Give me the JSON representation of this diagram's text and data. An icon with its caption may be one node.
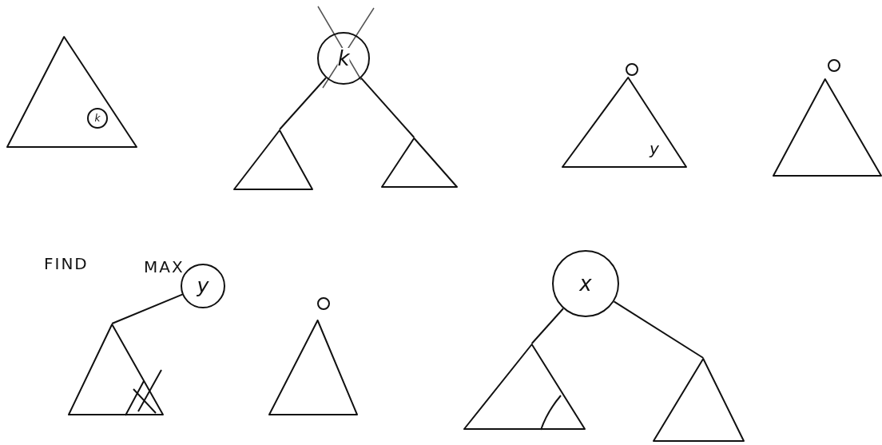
{
  "diagram": {
    "nodes": [
      {
        "text": [],
        "shape": "triangle"
      },
      {
        "text": [
          "k"
        ],
        "in": 0
      },
      {
        "text": [
          "k"
        ]
      },
      {
        "text": [],
        "shape": "triangle"
      },
      {
        "text": [],
        "shape": "triangle"
      },
      {
        "text": [],
        "shape": "circle"
      },
      {
        "text": [
          "y"
        ]
      },
      {
        "text": [],
        "shape": "circle"
      },
      {
        "text": [],
        "shape": "triangle"
      },
      {
        "text": [
          "y"
        ]
      },
      {
        "text": [],
        "shape": "triangle"
      },
      {
        "text": [],
        "shape": "circle"
      },
      {
        "text": [],
        "shape": "triangle"
      },
      {
        "text": [
          "x"
        ]
      },
      {
        "text": [],
        "shape": "triangle"
      },
      {
        "text": [],
        "shape": "triangle"
      }
    ],
    "edges": [
      {
        "from": 2,
        "to": 3,
        "arrow": "none"
      },
      {
        "from": 2,
        "to": 4,
        "arrow": "none"
      },
      {
        "from": 9,
        "to": 10,
        "arrow": "none"
      },
      {
        "from": 13,
        "to": 14,
        "arrow": "none"
      },
      {
        "from": 13,
        "to": 15,
        "arrow": "none"
      }
    ],
    "labels": [
      "FIND",
      "MAX"
    ]
  }
}
